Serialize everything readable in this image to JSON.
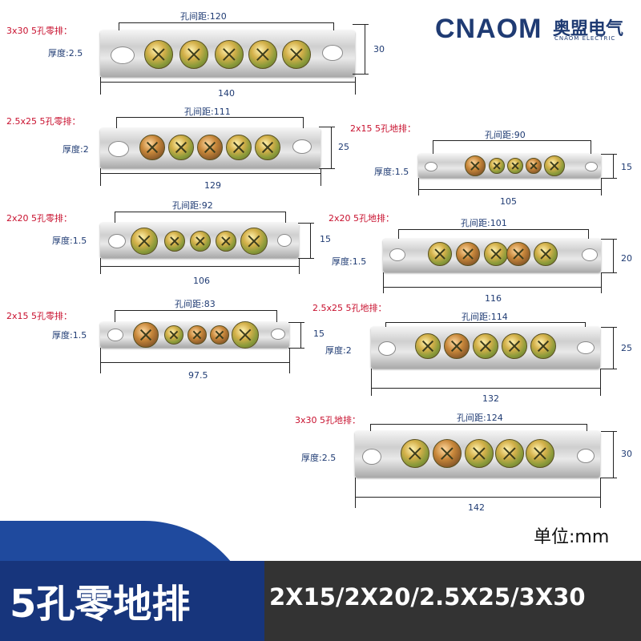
{
  "brand": {
    "name": "CNAOM",
    "cn": "奥盟电气",
    "en": "CNAOM ELECTRIC",
    "color": "#1f3b73"
  },
  "unit": "单位:mm",
  "banner": {
    "title": "5孔零地排",
    "specs": "2X15/2X20/2.5X25/3X30"
  },
  "items": [
    {
      "title": "3x30 5孔零排：",
      "thickness": "厚度:2.5",
      "spacing": "孔间距:120",
      "length": "140",
      "height": "30"
    },
    {
      "title": "2.5x25 5孔零排：",
      "thickness": "厚度:2",
      "spacing": "孔间距:111",
      "length": "129",
      "height": "25"
    },
    {
      "title": "2x15 5孔地排：",
      "thickness": "厚度:1.5",
      "spacing": "孔间距:90",
      "length": "105",
      "height": "15"
    },
    {
      "title": "2x20 5孔零排：",
      "thickness": "厚度:1.5",
      "spacing": "孔间距:92",
      "length": "106",
      "height": "15"
    },
    {
      "title": "2x20 5孔地排：",
      "thickness": "厚度:1.5",
      "spacing": "孔间距:101",
      "length": "116",
      "height": "20"
    },
    {
      "title": "2x15 5孔零排：",
      "thickness": "厚度:1.5",
      "spacing": "孔间距:83",
      "length": "97.5",
      "height": "15"
    },
    {
      "title": "2.5x25 5孔地排：",
      "thickness": "厚度:2",
      "spacing": "孔间距:114",
      "length": "132",
      "height": "25"
    },
    {
      "title": "3x30 5孔地排：",
      "thickness": "厚度:2.5",
      "spacing": "孔间距:124",
      "length": "142",
      "height": "30"
    }
  ]
}
